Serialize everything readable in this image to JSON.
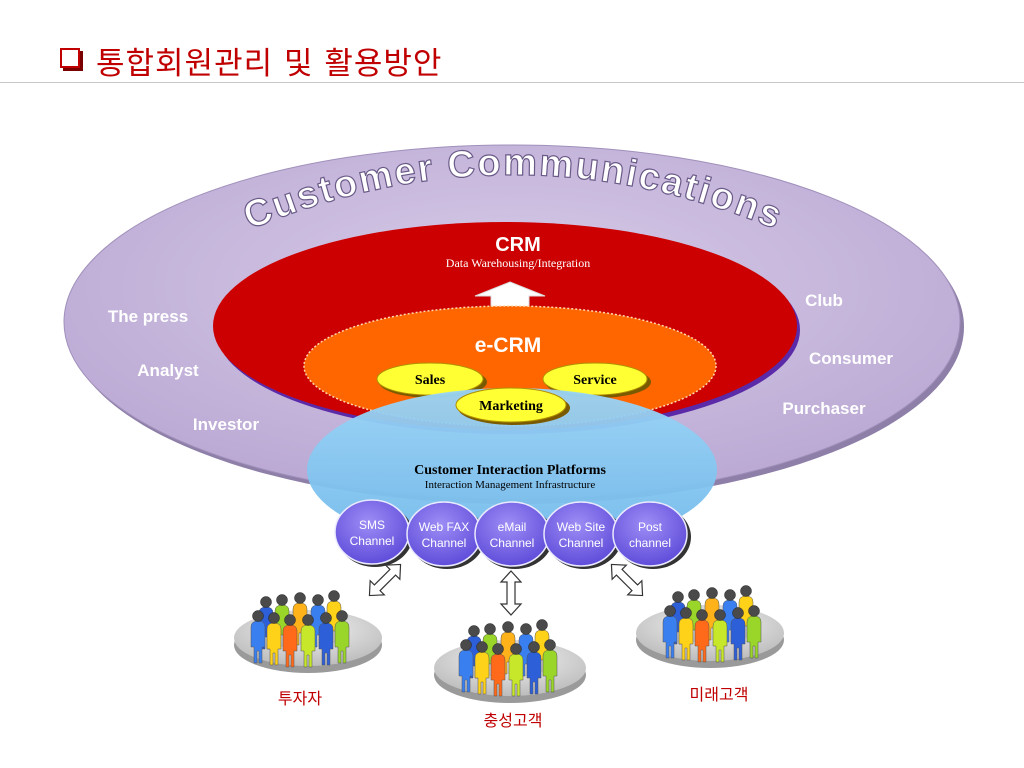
{
  "title": "통합회원관리 및 활용방안",
  "outer_ring": {
    "label": "Customer Communications",
    "left_labels": [
      "The press",
      "Analyst",
      "Investor"
    ],
    "right_labels": [
      "Club",
      "Consumer",
      "Purchaser"
    ]
  },
  "crm": {
    "label": "CRM",
    "sublabel": "Data Warehousing/Integration"
  },
  "ecrm": {
    "label": "e-CRM",
    "pills": [
      "Sales",
      "Service",
      "Marketing"
    ]
  },
  "platform": {
    "label": "Customer Interaction Platforms",
    "sublabel": "Interaction Management Infrastructure"
  },
  "channels": [
    {
      "line1": "SMS",
      "line2": "Channel"
    },
    {
      "line1": "Web FAX",
      "line2": "Channel"
    },
    {
      "line1": "eMail",
      "line2": "Channel"
    },
    {
      "line1": "Web Site",
      "line2": "Channel"
    },
    {
      "line1": "Post",
      "line2": "channel"
    }
  ],
  "groups": [
    "투자자",
    "충성고객",
    "미래고객"
  ],
  "colors": {
    "title": "#c00000",
    "outer": "#c3b3d8",
    "crm": "#cc0000",
    "ecrm": "#ff6600",
    "pill": "#ffff33",
    "platform": "#87c8f0",
    "channel": "#7b68ee"
  }
}
